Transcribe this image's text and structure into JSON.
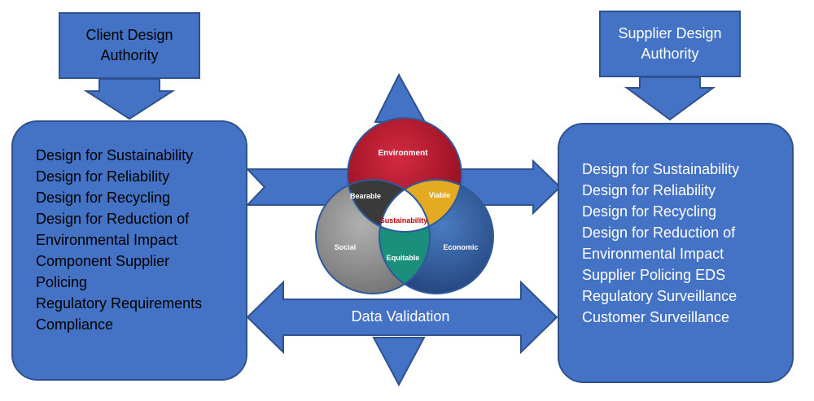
{
  "client_authority": {
    "lines": [
      "Client Design",
      "Authority"
    ]
  },
  "supplier_authority": {
    "lines": [
      "Supplier Design",
      "Authority"
    ]
  },
  "client_panel": {
    "items": [
      "Design for Sustainability",
      "Design for Reliability",
      "Design for Recycling",
      "Design for Reduction of",
      "Environmental Impact",
      "Component Supplier",
      "Policing",
      "Regulatory Requirements",
      "Compliance"
    ]
  },
  "supplier_panel": {
    "items": [
      "Design for Sustainability",
      "Design for Reliability",
      "Design for Recycling",
      "Design for Reduction of",
      "Environmental Impact",
      "Supplier Policing EDS",
      "Regulatory Surveillance",
      "Customer Surveillance"
    ]
  },
  "data_validation": {
    "label": "Data Validation"
  },
  "venn": {
    "environment": "Environment",
    "social": "Social",
    "economic": "Economic",
    "bearable": "Bearable",
    "viable": "Viable",
    "equitable": "Equitable",
    "sustainability": "Sustainability"
  },
  "colors": {
    "box_fill": "#4472c4",
    "box_border": "#2f528f",
    "environment": "#b3122b",
    "social": "#8f8f8f",
    "economic": "#2e5a9c",
    "bearable": "#3a3a3a",
    "viable": "#e3aa22",
    "equitable": "#1a8f7c",
    "sustainability_text": "#c00000"
  }
}
